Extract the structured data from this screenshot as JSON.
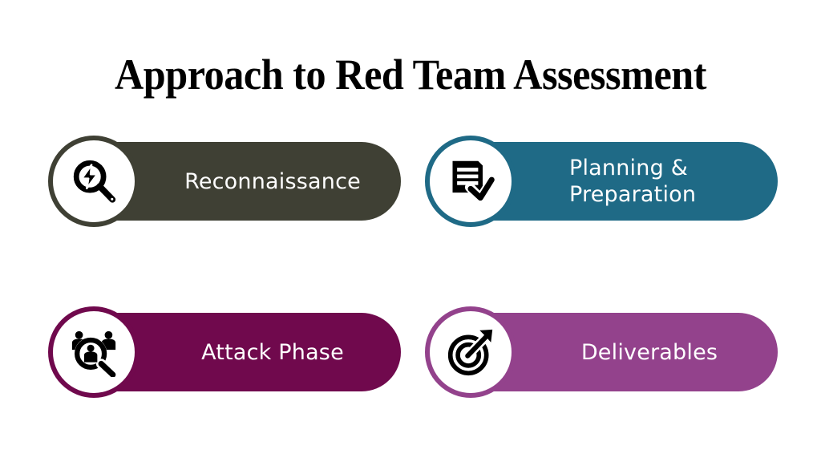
{
  "slide": {
    "title": "Approach to Red Team Assessment",
    "background_color": "#FFFFFF",
    "title_color": "#000000"
  },
  "cards": [
    {
      "id": "reconnaissance",
      "label": "Reconnaissance",
      "lines": [
        "Reconnaissance"
      ],
      "color": "#3F4034",
      "text_color": "#FFFFFF",
      "icon": "magnifier-bolt-icon",
      "icon_color": "#000000",
      "position": "top-left"
    },
    {
      "id": "planning-preparation",
      "label": "Planning & Preparation",
      "lines": [
        "Planning &",
        "Preparation"
      ],
      "color": "#1F6A86",
      "text_color": "#FFFFFF",
      "icon": "document-check-icon",
      "icon_color": "#000000",
      "position": "top-right"
    },
    {
      "id": "attack-phase",
      "label": "Attack Phase",
      "lines": [
        "Attack Phase"
      ],
      "color": "#70094D",
      "text_color": "#FFFFFF",
      "icon": "people-magnifier-icon",
      "icon_color": "#000000",
      "position": "bottom-left"
    },
    {
      "id": "deliverables",
      "label": "Deliverables",
      "lines": [
        "Deliverables"
      ],
      "color": "#93428C",
      "text_color": "#FFFFFF",
      "icon": "target-arrow-icon",
      "icon_color": "#000000",
      "position": "bottom-right"
    }
  ]
}
